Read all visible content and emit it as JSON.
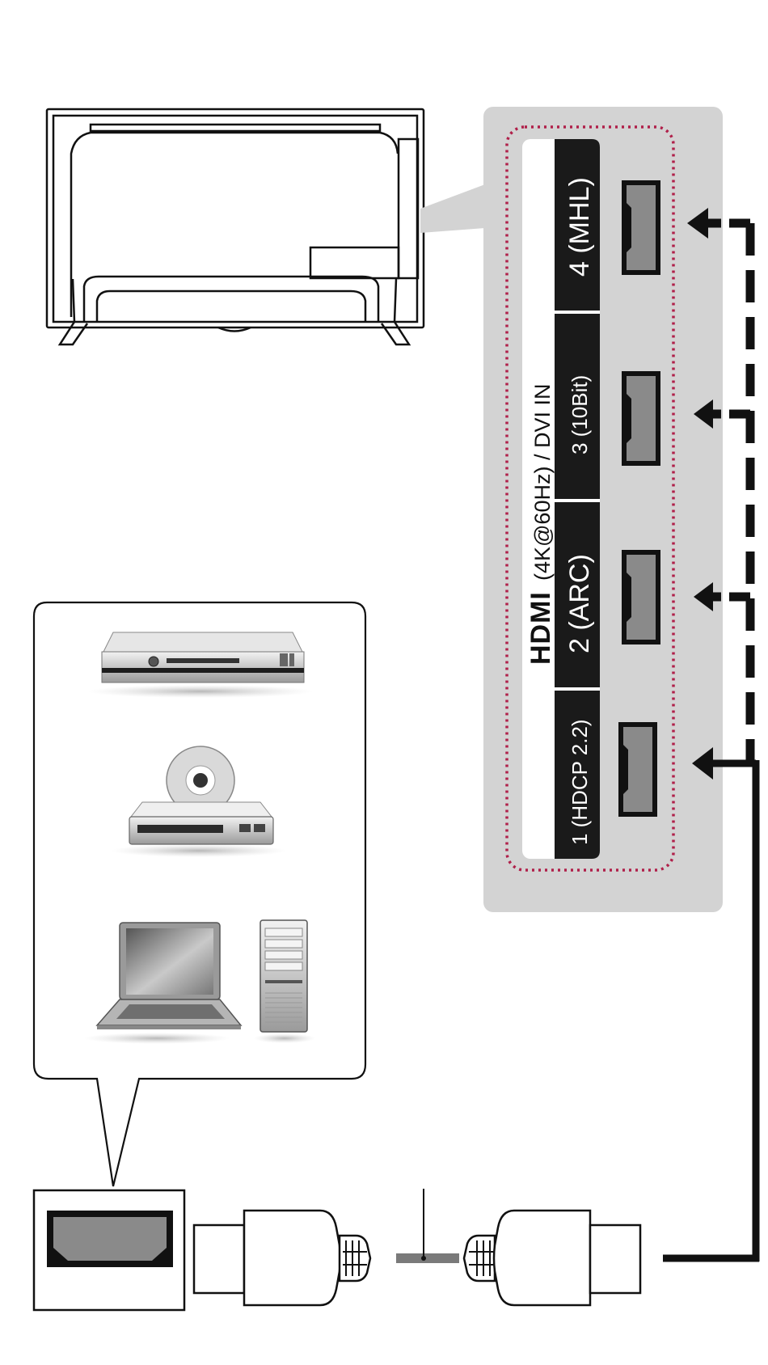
{
  "panel": {
    "brand_logo_text": "HDMI",
    "spec_text": "(4K@60Hz) / DVI IN",
    "ports": [
      {
        "label": "1 (HDCP 2.2)"
      },
      {
        "label": "2 (ARC)"
      },
      {
        "label": "3 (10Bit)"
      },
      {
        "label": "4 (MHL)"
      }
    ]
  },
  "colors": {
    "panel_bg": "#d3d3d3",
    "dotted_border": "#b0204a",
    "label_bg": "#1a1a1a",
    "label_text": "#ffffff",
    "line": "#111111"
  },
  "devices": [
    {
      "icon": "dvd-player-icon"
    },
    {
      "icon": "blu-ray-player-icon"
    },
    {
      "icon": "laptop-icon"
    },
    {
      "icon": "desktop-tower-icon"
    }
  ],
  "cable": {
    "icon": "hdmi-cable-icon"
  }
}
